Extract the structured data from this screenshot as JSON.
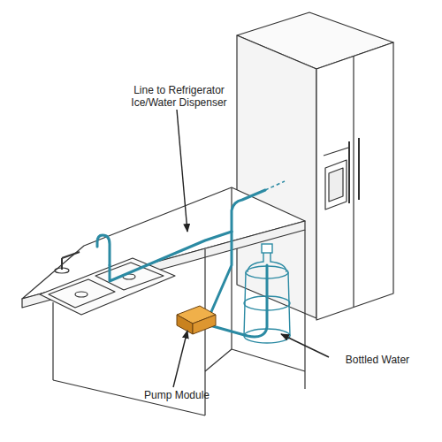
{
  "diagram": {
    "labels": [
      "Line to Refrigerator Ice/Water Dispenser",
      "Bottled Water",
      "Pump Module"
    ]
  }
}
